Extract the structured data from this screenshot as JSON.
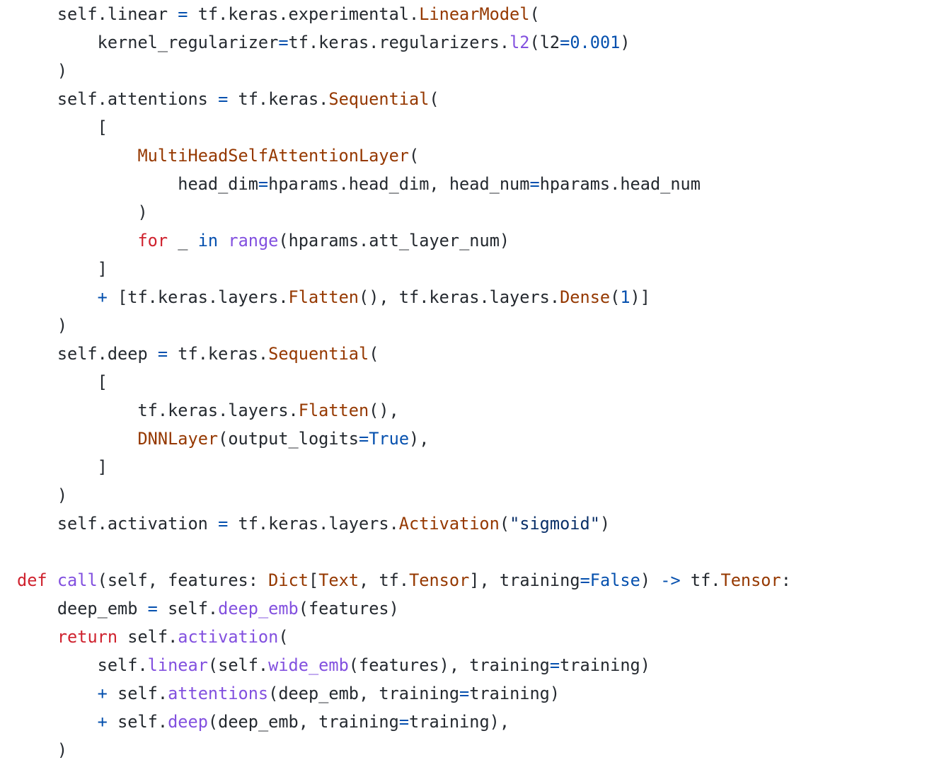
{
  "code_view": {
    "colors": {
      "n": "#24292f",
      "k": "#cf222e",
      "o": "#0550ae",
      "c": "#953800",
      "f": "#8250df",
      "num": "#0550ae",
      "s": "#0a3069"
    },
    "lines": [
      [
        [
          "n",
          "    self.linear "
        ],
        [
          "o",
          "="
        ],
        [
          "n",
          " tf.keras.experimental."
        ],
        [
          "c",
          "LinearModel"
        ],
        [
          "n",
          "("
        ]
      ],
      [
        [
          "n",
          "        kernel_regularizer"
        ],
        [
          "o",
          "="
        ],
        [
          "n",
          "tf.keras.regularizers."
        ],
        [
          "f",
          "l2"
        ],
        [
          "n",
          "(l2"
        ],
        [
          "o",
          "="
        ],
        [
          "num",
          "0.001"
        ],
        [
          "n",
          ")"
        ]
      ],
      [
        [
          "n",
          "    )"
        ]
      ],
      [
        [
          "n",
          "    self.attentions "
        ],
        [
          "o",
          "="
        ],
        [
          "n",
          " tf.keras."
        ],
        [
          "c",
          "Sequential"
        ],
        [
          "n",
          "("
        ]
      ],
      [
        [
          "n",
          "        ["
        ]
      ],
      [
        [
          "n",
          "            "
        ],
        [
          "c",
          "MultiHeadSelfAttentionLayer"
        ],
        [
          "n",
          "("
        ]
      ],
      [
        [
          "n",
          "                head_dim"
        ],
        [
          "o",
          "="
        ],
        [
          "n",
          "hparams.head_dim, head_num"
        ],
        [
          "o",
          "="
        ],
        [
          "n",
          "hparams.head_num"
        ]
      ],
      [
        [
          "n",
          "            )"
        ]
      ],
      [
        [
          "n",
          "            "
        ],
        [
          "k",
          "for"
        ],
        [
          "n",
          " _ "
        ],
        [
          "o",
          "in"
        ],
        [
          "n",
          " "
        ],
        [
          "f",
          "range"
        ],
        [
          "n",
          "(hparams.att_layer_num)"
        ]
      ],
      [
        [
          "n",
          "        ]"
        ]
      ],
      [
        [
          "n",
          "        "
        ],
        [
          "o",
          "+"
        ],
        [
          "n",
          " [tf.keras.layers."
        ],
        [
          "c",
          "Flatten"
        ],
        [
          "n",
          "(), tf.keras.layers."
        ],
        [
          "c",
          "Dense"
        ],
        [
          "n",
          "("
        ],
        [
          "num",
          "1"
        ],
        [
          "n",
          ")]"
        ]
      ],
      [
        [
          "n",
          "    )"
        ]
      ],
      [
        [
          "n",
          "    self.deep "
        ],
        [
          "o",
          "="
        ],
        [
          "n",
          " tf.keras."
        ],
        [
          "c",
          "Sequential"
        ],
        [
          "n",
          "("
        ]
      ],
      [
        [
          "n",
          "        ["
        ]
      ],
      [
        [
          "n",
          "            tf.keras.layers."
        ],
        [
          "c",
          "Flatten"
        ],
        [
          "n",
          "(),"
        ]
      ],
      [
        [
          "n",
          "            "
        ],
        [
          "c",
          "DNNLayer"
        ],
        [
          "n",
          "(output_logits"
        ],
        [
          "o",
          "="
        ],
        [
          "o",
          "True"
        ],
        [
          "n",
          "),"
        ]
      ],
      [
        [
          "n",
          "        ]"
        ]
      ],
      [
        [
          "n",
          "    )"
        ]
      ],
      [
        [
          "n",
          "    self.activation "
        ],
        [
          "o",
          "="
        ],
        [
          "n",
          " tf.keras.layers."
        ],
        [
          "c",
          "Activation"
        ],
        [
          "n",
          "("
        ],
        [
          "s",
          "\"sigmoid\""
        ],
        [
          "n",
          ")"
        ]
      ],
      [],
      [
        [
          "k",
          "def"
        ],
        [
          "n",
          " "
        ],
        [
          "f",
          "call"
        ],
        [
          "n",
          "(self, features: "
        ],
        [
          "c",
          "Dict"
        ],
        [
          "n",
          "["
        ],
        [
          "c",
          "Text"
        ],
        [
          "n",
          ", tf."
        ],
        [
          "c",
          "Tensor"
        ],
        [
          "n",
          "], training"
        ],
        [
          "o",
          "="
        ],
        [
          "o",
          "False"
        ],
        [
          "n",
          ") "
        ],
        [
          "o",
          "->"
        ],
        [
          "n",
          " tf."
        ],
        [
          "c",
          "Tensor"
        ],
        [
          "n",
          ":"
        ]
      ],
      [
        [
          "n",
          "    deep_emb "
        ],
        [
          "o",
          "="
        ],
        [
          "n",
          " self."
        ],
        [
          "f",
          "deep_emb"
        ],
        [
          "n",
          "(features)"
        ]
      ],
      [
        [
          "n",
          "    "
        ],
        [
          "k",
          "return"
        ],
        [
          "n",
          " self."
        ],
        [
          "f",
          "activation"
        ],
        [
          "n",
          "("
        ]
      ],
      [
        [
          "n",
          "        self."
        ],
        [
          "f",
          "linear"
        ],
        [
          "n",
          "(self."
        ],
        [
          "f",
          "wide_emb"
        ],
        [
          "n",
          "(features), training"
        ],
        [
          "o",
          "="
        ],
        [
          "n",
          "training)"
        ]
      ],
      [
        [
          "n",
          "        "
        ],
        [
          "o",
          "+"
        ],
        [
          "n",
          " self."
        ],
        [
          "f",
          "attentions"
        ],
        [
          "n",
          "(deep_emb, training"
        ],
        [
          "o",
          "="
        ],
        [
          "n",
          "training)"
        ]
      ],
      [
        [
          "n",
          "        "
        ],
        [
          "o",
          "+"
        ],
        [
          "n",
          " self."
        ],
        [
          "f",
          "deep"
        ],
        [
          "n",
          "(deep_emb, training"
        ],
        [
          "o",
          "="
        ],
        [
          "n",
          "training),"
        ]
      ],
      [
        [
          "n",
          "    )"
        ]
      ]
    ]
  }
}
